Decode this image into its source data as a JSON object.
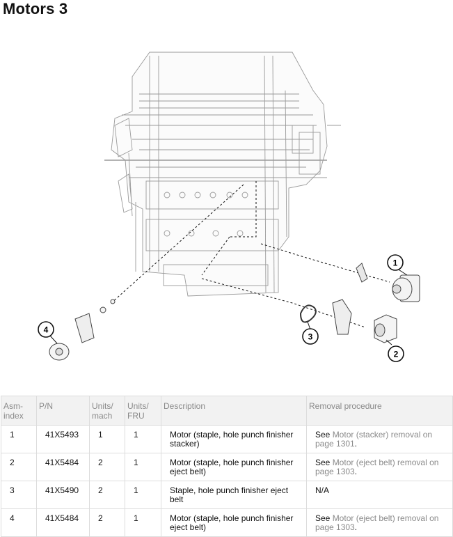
{
  "page": {
    "title": "Motors 3"
  },
  "figure": {
    "callouts": [
      "1",
      "2",
      "3",
      "4"
    ]
  },
  "table": {
    "headers": [
      "Asm-\nindex",
      "P/N",
      "Units/\nmach",
      "Units/\nFRU",
      "Description",
      "Removal procedure"
    ],
    "header_lines": [
      [
        "Asm-",
        "index"
      ],
      [
        "P/N"
      ],
      [
        "Units/",
        "mach"
      ],
      [
        "Units/",
        "FRU"
      ],
      [
        "Description"
      ],
      [
        "Removal procedure"
      ]
    ],
    "rows": [
      {
        "index": "1",
        "pn": "41X5493",
        "mach": "1",
        "fru": "1",
        "desc": "Motor (staple, hole punch finisher stacker)",
        "removal_pre": "See ",
        "removal_link": "Motor (stacker) removal on page 1301",
        "removal_post": "."
      },
      {
        "index": "2",
        "pn": "41X5484",
        "mach": "2",
        "fru": "1",
        "desc": "Motor (staple, hole punch finisher eject belt)",
        "removal_pre": "See ",
        "removal_link": "Motor (eject belt) removal on page 1303",
        "removal_post": "."
      },
      {
        "index": "3",
        "pn": "41X5490",
        "mach": "2",
        "fru": "1",
        "desc": "Staple, hole punch finisher eject belt",
        "removal_pre": "N/A",
        "removal_link": "",
        "removal_post": ""
      },
      {
        "index": "4",
        "pn": "41X5484",
        "mach": "2",
        "fru": "1",
        "desc": "Motor (staple, hole punch finisher eject belt)",
        "removal_pre": "See ",
        "removal_link": "Motor (eject belt) removal on page 1303",
        "removal_post": "."
      }
    ]
  }
}
